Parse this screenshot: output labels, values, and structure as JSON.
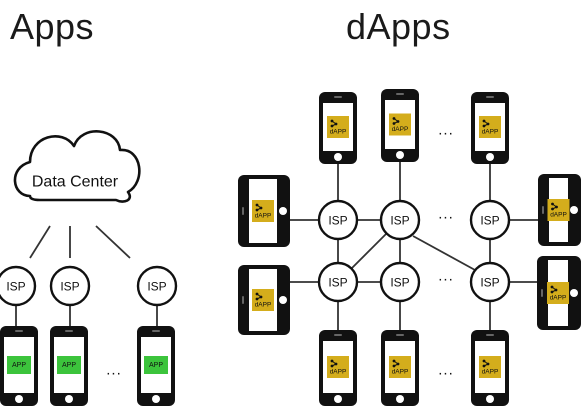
{
  "titles": {
    "left": "Apps",
    "right": "dApps"
  },
  "labels": {
    "data_center": "Data Center",
    "isp": "ISP",
    "app": "APP",
    "dapp": "dAPP",
    "ellipsis": "..."
  },
  "colors": {
    "app_screen": "#3cc43c",
    "dapp_screen": "#d4ad1c",
    "stroke": "#111111",
    "line": "#333333"
  },
  "icons": {
    "dapp_logo": "node-cluster-icon"
  }
}
